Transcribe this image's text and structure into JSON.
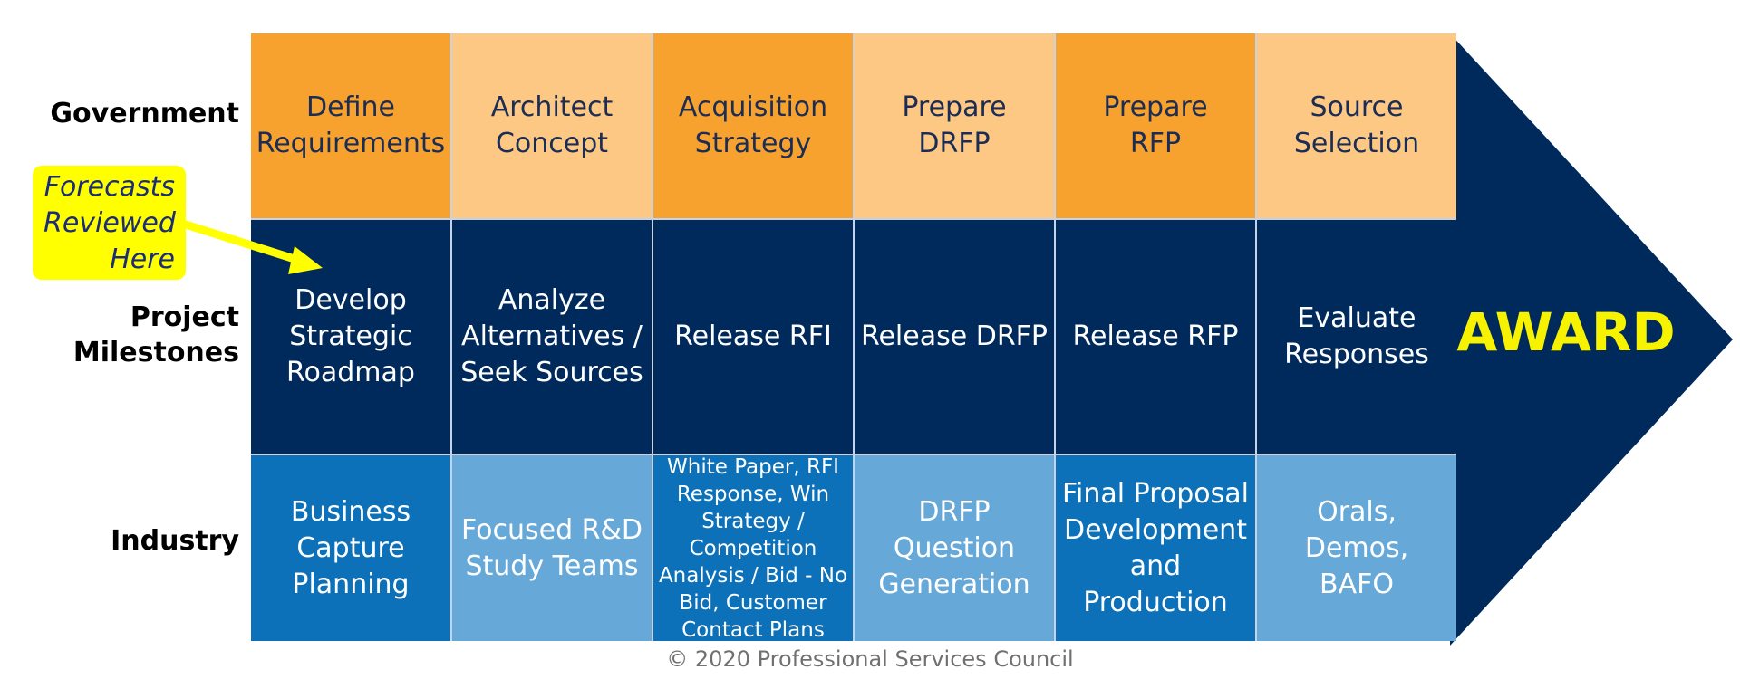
{
  "rows": {
    "government": "Government",
    "project_line1": "Project",
    "project_line2": "Milestones",
    "industry": "Industry"
  },
  "government": [
    [
      "Define",
      "Requirements"
    ],
    [
      "Architect",
      "Concept"
    ],
    [
      "Acquisition",
      "Strategy"
    ],
    [
      "Prepare",
      "DRFP"
    ],
    [
      "Prepare",
      "RFP"
    ],
    [
      "Source",
      "Selection"
    ]
  ],
  "milestones": [
    [
      "Develop",
      "Strategic",
      "Roadmap"
    ],
    [
      "Analyze",
      "Alternatives /",
      "Seek Sources"
    ],
    [
      "Release RFI"
    ],
    [
      "Release DRFP"
    ],
    [
      "Release RFP"
    ],
    [
      "Evaluate",
      "Responses"
    ]
  ],
  "industry": [
    [
      "Business",
      "Capture",
      "Planning"
    ],
    [
      "Focused R&D",
      "Study Teams"
    ],
    [
      "White Paper, RFI",
      "Response, Win",
      "Strategy /",
      "Competition",
      "Analysis / Bid - No",
      "Bid, Customer",
      "Contact Plans"
    ],
    [
      "DRFP",
      "Question",
      "Generation"
    ],
    [
      "Final Proposal",
      "Development",
      "and",
      "Production"
    ],
    [
      "Orals,",
      "Demos,",
      "BAFO"
    ]
  ],
  "award": "AWARD",
  "callout": [
    "Forecasts",
    "Reviewed",
    "Here"
  ],
  "footer": "© 2020 Professional Services Council",
  "colors": {
    "gov_dark": "#f7a12f",
    "gov_light": "#fcc883",
    "navy": "#002a5c",
    "industry_dark": "#0d71b9",
    "industry_light": "#66a8d8",
    "award_text": "#f6f200",
    "callout": "#ffff00"
  }
}
